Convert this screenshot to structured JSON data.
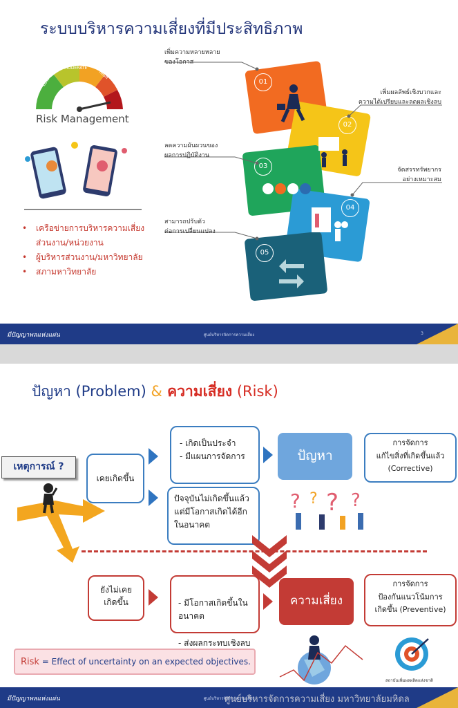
{
  "slide1": {
    "title": "ระบบบริหารความเสี่ยงที่มีประสิทธิภาพ",
    "gauge": {
      "low": "LOW",
      "moderate": "MODERATE",
      "high": "HIGH"
    },
    "risk_management": "Risk Management",
    "bullets": [
      "เครือข่ายการบริหารความเสี่ยง\nส่วนงาน/หน่วยงาน",
      "ผู้บริหารส่วนงาน/มหาวิทยาลัย",
      "สภามหาวิทยาลัย"
    ],
    "pieces": [
      {
        "num": "01",
        "color": "#f26b21",
        "label": "เพิ่มความหลายหลาย\nของโอกาส"
      },
      {
        "num": "02",
        "color": "#f5c518",
        "label": "เพิ่มผลลัพธ์เชิงบวกและ\nความได้เปรียบและลดผลเชิงลบ"
      },
      {
        "num": "03",
        "color": "#1fa55b",
        "label": "ลดความผันผวนของ\nผลการปฏิบัติงาน"
      },
      {
        "num": "04",
        "color": "#2b9bd5",
        "label": "จัดสรรทรัพยากร\nอย่างเหมาะสม"
      },
      {
        "num": "05",
        "color": "#1a6179",
        "label": "สามารถปรับตัว\nต่อการเปลี่ยนแปลง"
      }
    ],
    "footer": {
      "logo": "มีปัญญาพลแห่งแผ่น",
      "center": "ศูนย์บริหารจัดการความเสี่ยง",
      "page": "3"
    }
  },
  "slide2": {
    "title_th": "ปัญหา",
    "title_en": " (Problem) ",
    "amp": "&",
    "title_risk": " ความเสี่ยง",
    "title_risk_en": " (Risk)",
    "event": "เหตุการณ์ ?",
    "happened": "เคยเกิดขึ้น",
    "happened_list": [
      "- เกิดเป็นประจำ",
      "- มีแผนการจัดการ"
    ],
    "not_now": "ปัจจุบันไม่เกิดขึ้นแล้ว\nแต่มีโอกาสเกิดได้อีก\nในอนาคต",
    "problem": "ปัญหา",
    "corrective": "การจัดการ\nแก้ไขสิ่งที่เกิดขึ้นแล้ว\n(Corrective)",
    "never": "ยังไม่เคย\nเกิดขึ้น",
    "never_list": [
      "- มีโอกาสเกิดขึ้นใน\n  อนาคต",
      "- ส่งผลกระทบเชิงลบ"
    ],
    "risk": "ความเสี่ยง",
    "preventive": "การจัดการ\nป้องกันแนวโน้มการ\nเกิดขึ้น (Preventive)",
    "definition_risk": "Risk",
    "definition_rest": " = Effect of uncertainty on an expected objectives.",
    "institute": "สถาบันเพิ่มผลผลิตแห่งชาติ",
    "footer": {
      "logo": "มีปัญญาพลแห่งแผ่น",
      "center": "ศูนย์บริหารจัดการความเสี่ยง",
      "watermark": "ศูนย์บริหารจัดการความเสี่ยง มหาวิทยาลัยมหิดล"
    }
  }
}
